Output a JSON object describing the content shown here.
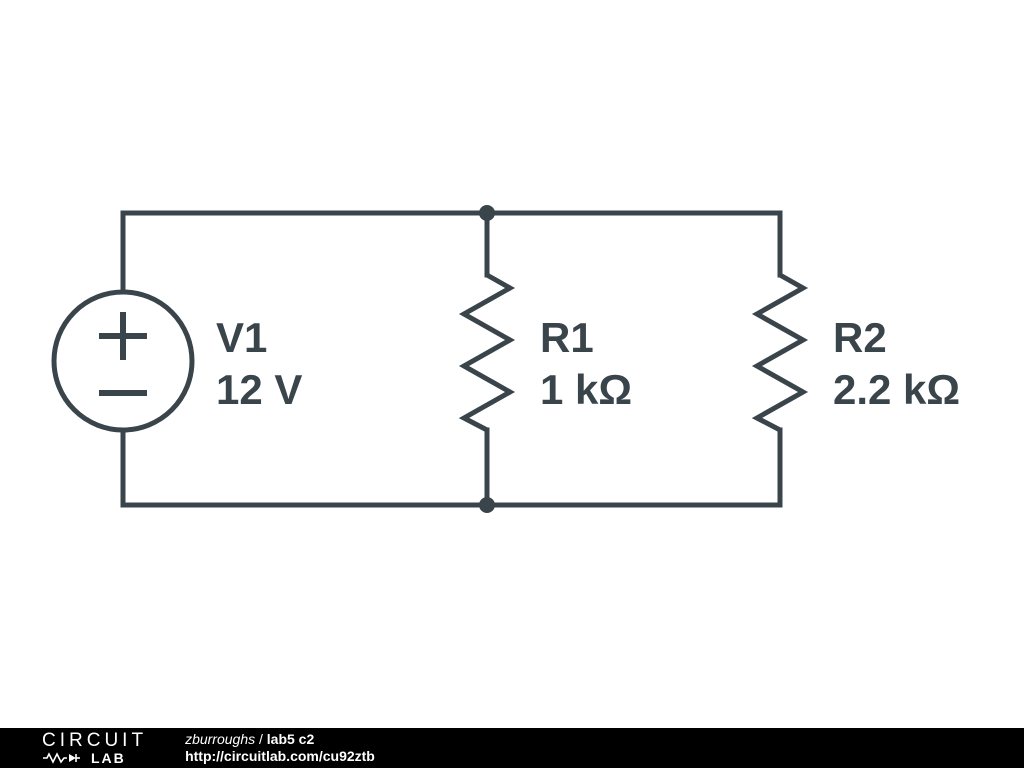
{
  "circuit": {
    "components": {
      "v1": {
        "label": "V1",
        "value": "12 V",
        "type": "voltage-source"
      },
      "r1": {
        "label": "R1",
        "value": "1 kΩ",
        "type": "resistor"
      },
      "r2": {
        "label": "R2",
        "value": "2.2 kΩ",
        "type": "resistor"
      }
    }
  },
  "footer": {
    "logo_top": "CIRCUIT",
    "logo_bottom": "LAB",
    "author": "zburroughs",
    "separator": " / ",
    "title": "lab5 c2",
    "url": "http://circuitlab.com/cu92ztb"
  },
  "colors": {
    "wire": "#3a444b",
    "background": "#ffffff",
    "footer_bg": "#000000",
    "footer_text": "#ffffff"
  }
}
